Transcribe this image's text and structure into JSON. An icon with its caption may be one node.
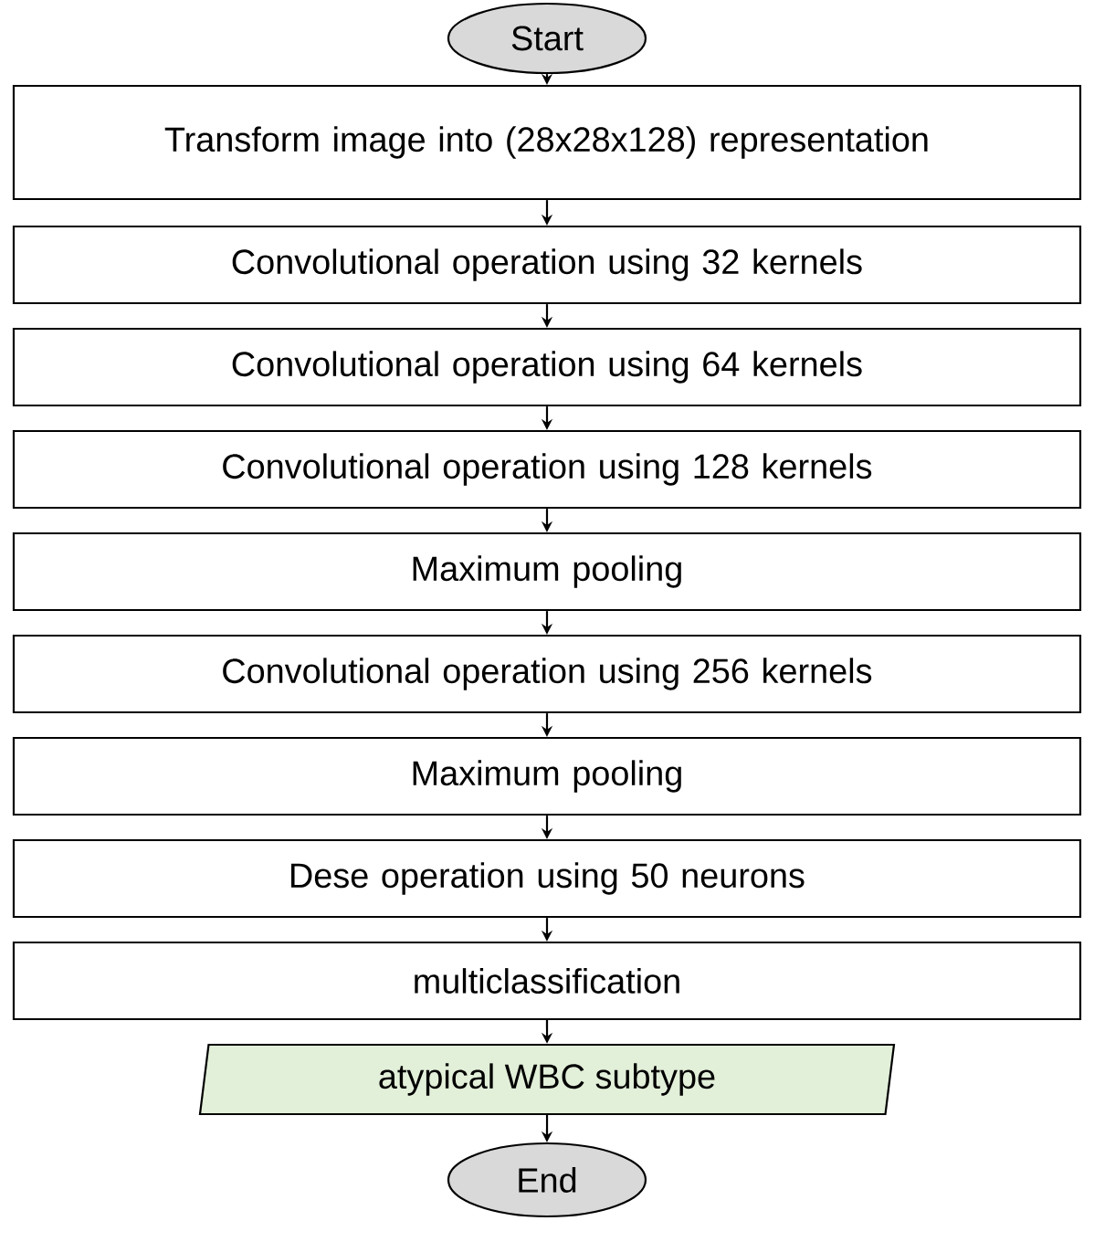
{
  "diagram": {
    "nodes": [
      {
        "text": [
          "Start"
        ]
      },
      {
        "text": [
          "Transform image into (28x28x128) representation"
        ]
      },
      {
        "text": [
          "Convolutional operation using 32 kernels"
        ]
      },
      {
        "text": [
          "Convolutional operation using 64 kernels"
        ]
      },
      {
        "text": [
          "Convolutional operation using 128 kernels"
        ]
      },
      {
        "text": [
          "Maximum pooling"
        ]
      },
      {
        "text": [
          "Convolutional operation using 256 kernels"
        ]
      },
      {
        "text": [
          "Maximum pooling"
        ]
      },
      {
        "text": [
          "Dese operation using 50 neurons"
        ]
      },
      {
        "text": [
          "multiclassification"
        ]
      },
      {
        "text": [
          "atypical WBC subtype"
        ]
      },
      {
        "text": [
          "End"
        ]
      }
    ],
    "edges": [
      {
        "from": 0,
        "to": 1,
        "arrow": "to"
      },
      {
        "from": 1,
        "to": 2,
        "arrow": "to"
      },
      {
        "from": 2,
        "to": 3,
        "arrow": "to"
      },
      {
        "from": 3,
        "to": 4,
        "arrow": "to"
      },
      {
        "from": 4,
        "to": 5,
        "arrow": "to"
      },
      {
        "from": 5,
        "to": 6,
        "arrow": "to"
      },
      {
        "from": 6,
        "to": 7,
        "arrow": "to"
      },
      {
        "from": 7,
        "to": 8,
        "arrow": "to"
      },
      {
        "from": 8,
        "to": 9,
        "arrow": "to"
      },
      {
        "from": 9,
        "to": 10,
        "arrow": "to"
      },
      {
        "from": 10,
        "to": 11,
        "arrow": "to"
      }
    ]
  }
}
